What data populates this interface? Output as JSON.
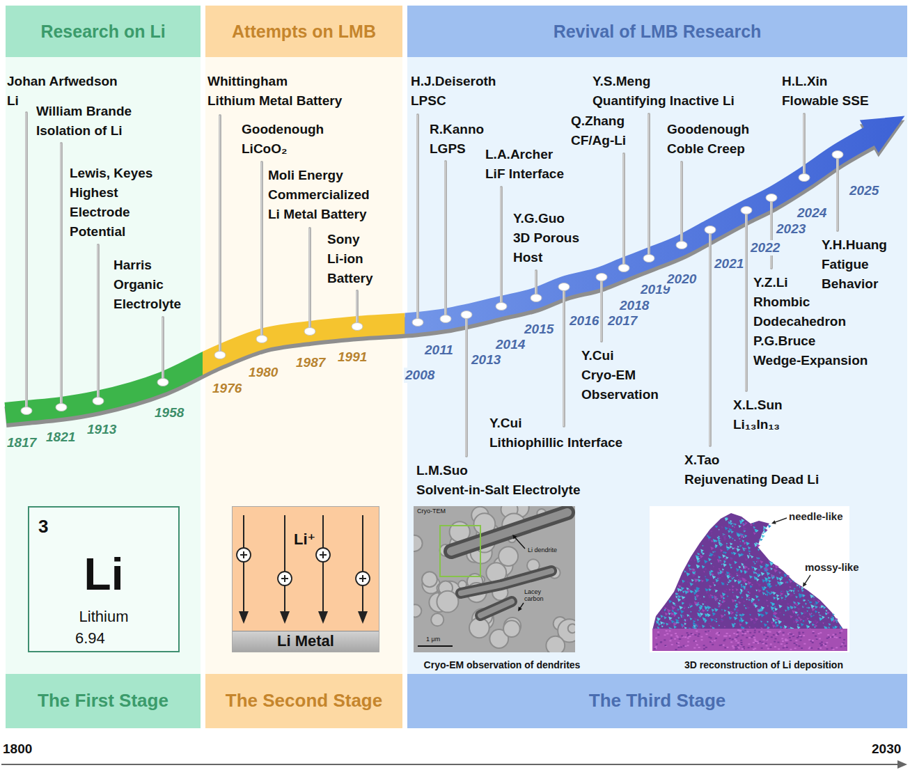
{
  "diagram": {
    "nodes": [
      {
        "text": [
          "Research on Li"
        ]
      },
      {
        "text": [
          "Attempts on LMB"
        ]
      },
      {
        "text": [
          "Revival of LMB Research"
        ]
      },
      {
        "text": [
          "3",
          "Li",
          "Lithium",
          "6.94"
        ]
      },
      {
        "text": [
          "Li⁺"
        ]
      },
      {
        "text": [
          "Li Metal"
        ],
        "in": 4
      },
      {
        "text": [
          "The First Stage"
        ]
      },
      {
        "text": [
          "The Second Stage"
        ]
      },
      {
        "text": [
          "The Third Stage"
        ]
      }
    ],
    "labels": [
      "Johan Arfwedson Li",
      "1817",
      "William Brande Isolation of Li",
      "1821",
      "Lewis, Keyes Highest Electrode Potential",
      "1913",
      "Harris Organic Electrolyte",
      "1958",
      "Whittingham Lithium Metal Battery",
      "1976",
      "Goodenough LiCoO₂",
      "1980",
      "Moli Energy Commercialized Li Metal Battery",
      "1987",
      "Sony Li-ion Battery",
      "1991",
      "H.J.Deiseroth LPSC",
      "2008",
      "R.Kanno LGPS",
      "2011",
      "L.M.Suo Solvent-in-Salt Electrolyte",
      "2013",
      "L.A.Archer LiF Interface",
      "2014",
      "Y.G.Guo 3D Porous Host",
      "2015",
      "Y.Cui Lithiophillic Interface",
      "2016",
      "Y.Cui Cryo-EM Observation",
      "2017",
      "Q.Zhang CF/Ag-Li",
      "2018",
      "Y.S.Meng Quantifying Inactive Li",
      "2019",
      "Goodenough Coble Creep",
      "2020",
      "X.Tao Rejuvenating Dead Li",
      "2021",
      "X.L.Sun Li₁₃In₁₃",
      "2022",
      "Y.Z.Li Rhombic Dodecahedron P.G.Bruce Wedge-Expansion",
      "2023",
      "H.L.Xin Flowable SSE",
      "2024",
      "Y.H.Huang Fatigue Behavior",
      "2025",
      "Cryo-TEM",
      "Li dendrite",
      "Lacey carbon",
      "1 μm",
      "Cryo-EM observation of dendrites",
      "needle-like",
      "mossy-like",
      "3D reconstruction of Li deposition",
      "1800",
      "2030"
    ]
  }
}
